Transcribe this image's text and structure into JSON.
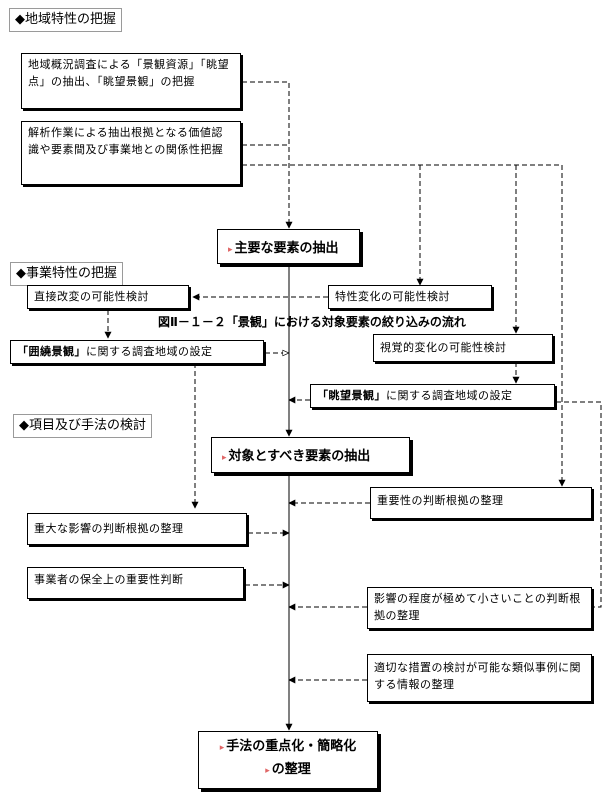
{
  "sections": {
    "region": "◆地域特性の把握",
    "business": "◆事業特性の把握",
    "method": "◆項目及び手法の検討"
  },
  "left": {
    "survey": "地域概況調査による「景観資源」「眺望点」の抽出、「眺望景観」の把握",
    "analysis": "解析作業による抽出根拠となる価値認識や要素間及び事業地との関係性把握",
    "direct_change": "直接改変の可能性検討",
    "surround_prefix": "「囲繞景観」",
    "surround_suffix": "に関する調査地域の設定",
    "major_impact": "重大な影響の判断根拠の整理",
    "operator": "事業者の保全上の重要性判断"
  },
  "center": {
    "main_elements": "主要な要素の抽出",
    "target_elements": "対象とすべき要素の抽出",
    "final_line1": "手法の重点化・簡略化",
    "final_line2": "の整理",
    "caption": "図Ⅱ－１－２「景観」における対象要素の絞り込みの流れ"
  },
  "right": {
    "property_change": "特性変化の可能性検討",
    "visual_change": "視覚的変化の可能性検討",
    "view_prefix": "「眺望景観」",
    "view_suffix": "に関する調査地域の設定",
    "importance": "重要性の判断根拠の整理",
    "minor_impact": "影響の程度が極めて小さいことの判断根拠の整理",
    "similar_cases": "適切な措置の検討が可能な類似事例に関する情報の整理"
  },
  "colors": {
    "marker": "#e06666",
    "line": "#000000"
  }
}
